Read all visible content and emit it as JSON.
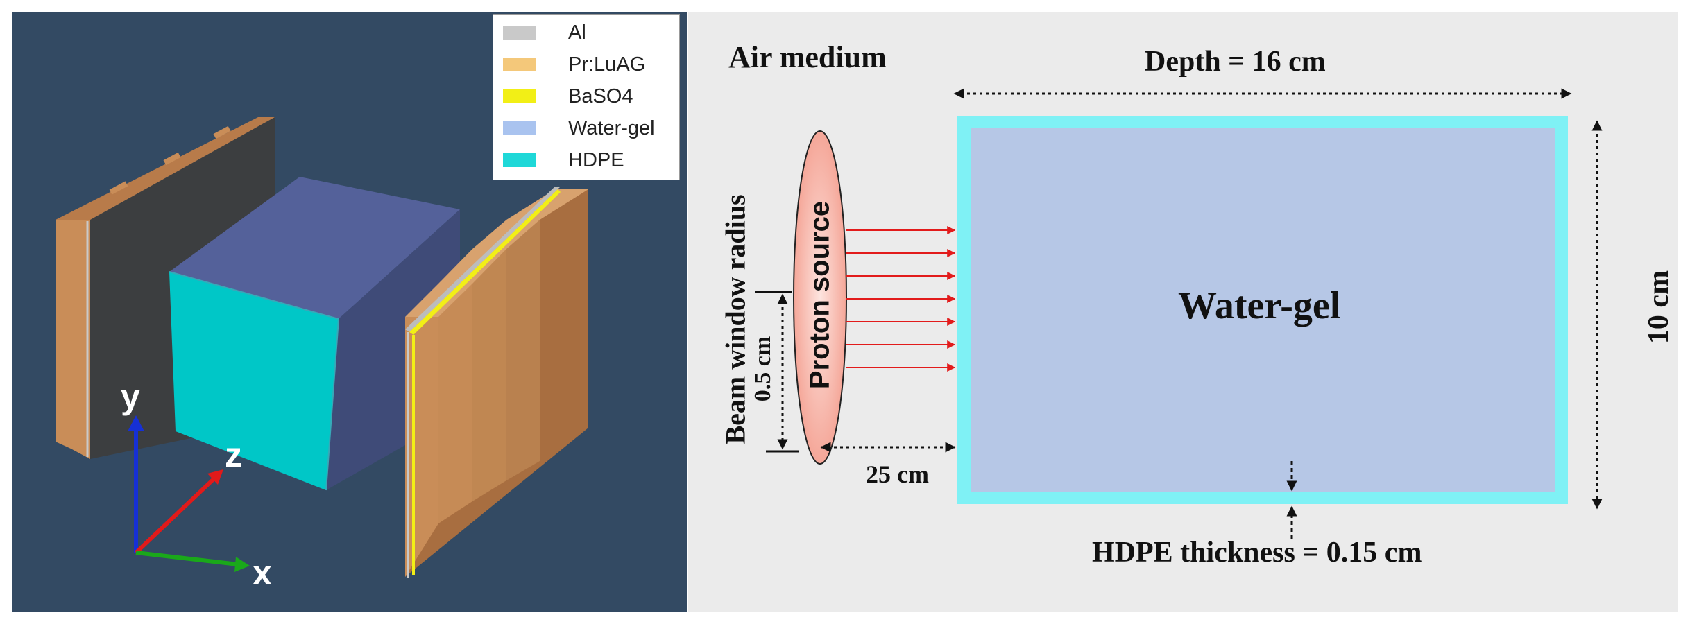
{
  "left_panel": {
    "legend": [
      {
        "label": "Al",
        "color": "#c9c9c9"
      },
      {
        "label": "Pr:LuAG",
        "color": "#f4c87a"
      },
      {
        "label": "BaSO4",
        "color": "#f2ef16"
      },
      {
        "label": "Water-gel",
        "color": "#a9c3ef"
      },
      {
        "label": "HDPE",
        "color": "#1fd8d8"
      }
    ],
    "axes": {
      "y": "y",
      "z": "z",
      "x": "x"
    },
    "colors": {
      "background": "#334a63",
      "hdpe_face": "#00c7c7",
      "phantom_box": "#4f5e8f",
      "scintillator": "#c98d58",
      "detector_back": "#3d3f41",
      "y_axis": "#1630d6",
      "z_axis": "#e11a1a",
      "x_axis": "#1aa81a"
    }
  },
  "right_panel": {
    "air_medium_label": "Air medium",
    "depth_label": "Depth = 16 cm",
    "height_label": "10 cm",
    "water_gel_label": "Water-gel",
    "proton_source_label": "Proton source",
    "beam_window_label": "Beam window radius",
    "radius_value_label": "0.5 cm",
    "distance_label": "25 cm",
    "hdpe_thickness_label": "HDPE thickness = 0.15 cm",
    "colors": {
      "background": "#ebebeb",
      "hdpe_border": "#7ff1f5",
      "water_gel": "#b6c7e6",
      "beam_arrows": "#e21b1b",
      "source_fill": "#f7b2a6"
    }
  }
}
